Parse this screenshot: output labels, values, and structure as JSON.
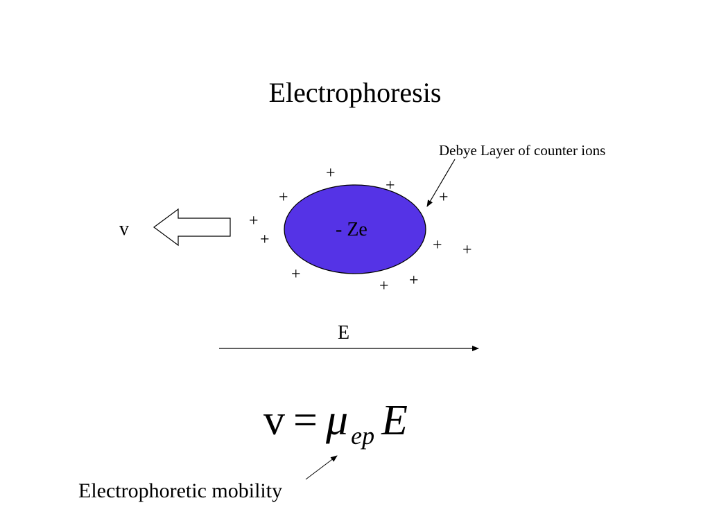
{
  "slide": {
    "title": "Electrophoresis",
    "debye_label": "Debye Layer of counter ions",
    "velocity_label": "v",
    "particle_label": "- Ze",
    "field_label": "E",
    "mobility_label": "Electrophoretic mobility",
    "counter_ion_symbol": "+"
  },
  "equation": {
    "lhs": "v",
    "equals": "=",
    "mu": "μ",
    "subscript": "ep",
    "rhs": "E"
  },
  "colors": {
    "particle_fill": "#5533e6",
    "stroke": "#000000"
  }
}
